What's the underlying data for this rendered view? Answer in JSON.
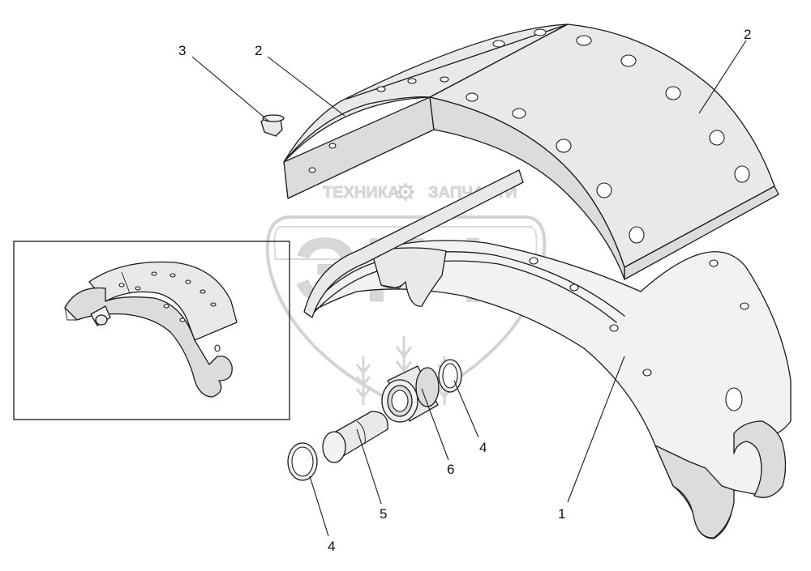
{
  "watermark": {
    "top_text": "ТЕХНИКА",
    "top_text_right": "ЗАПЧАСТИ",
    "logo_letters": "ЭПФ"
  },
  "callouts": [
    {
      "id": "callout-3",
      "label": "3"
    },
    {
      "id": "callout-2-left",
      "label": "2"
    },
    {
      "id": "callout-2-right",
      "label": "2"
    },
    {
      "id": "callout-1",
      "label": "1"
    },
    {
      "id": "callout-4-upper",
      "label": "4"
    },
    {
      "id": "callout-6",
      "label": "6"
    },
    {
      "id": "callout-5",
      "label": "5"
    },
    {
      "id": "callout-4-lower",
      "label": "4"
    }
  ],
  "colors": {
    "line": "#1a1a1a",
    "lining_face": "#e9e9e9",
    "watermark": "#d0d0d0"
  }
}
